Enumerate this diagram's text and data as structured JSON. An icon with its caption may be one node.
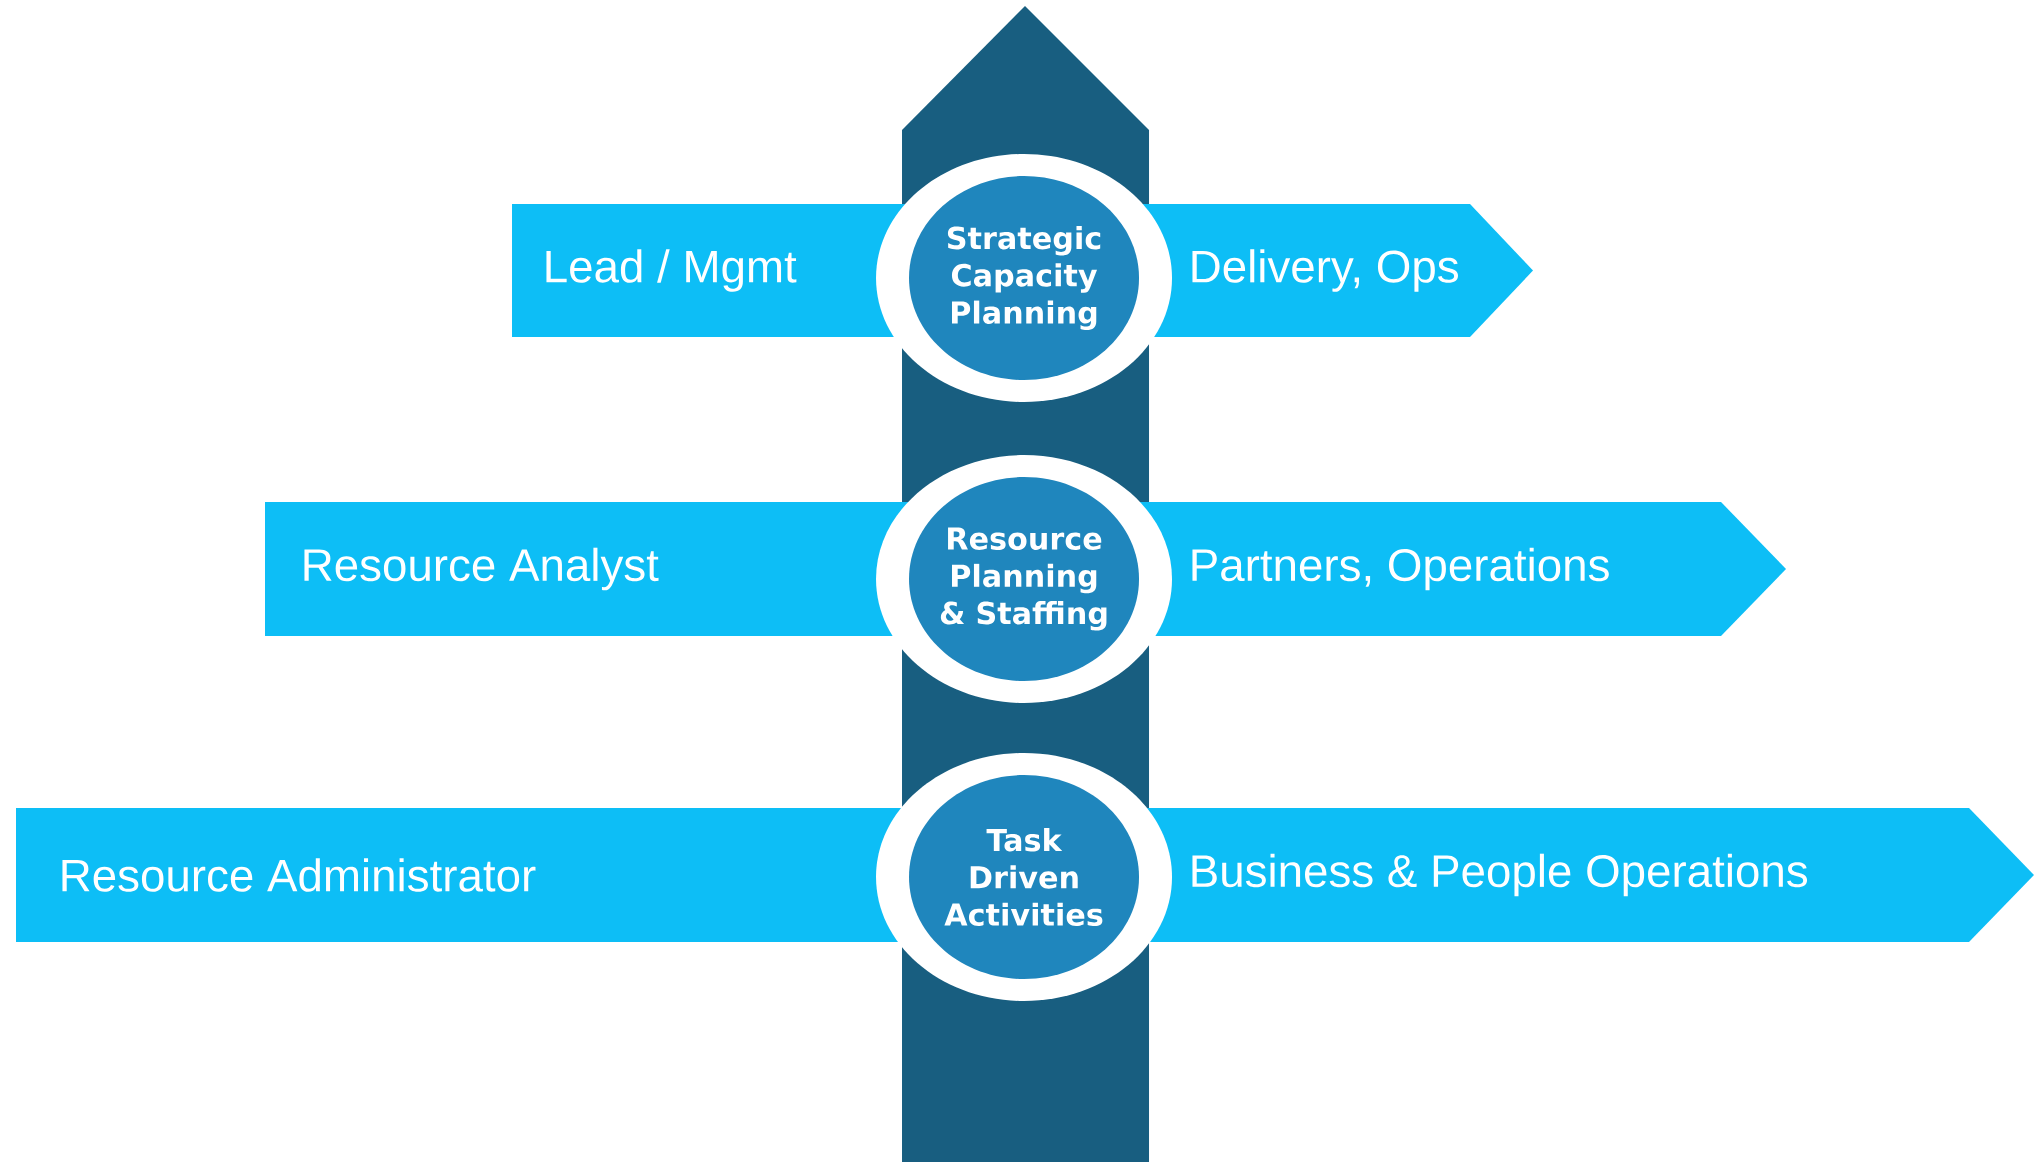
{
  "diagram": {
    "nodes": [
      {
        "text": [],
        "shape": "arrow"
      },
      {
        "text": [
          "Lead / Mgmt",
          "Delivery, Ops"
        ]
      },
      {
        "text": [
          "Strategic Capacity Planning"
        ]
      },
      {
        "text": [
          "Resource Analyst",
          "Partners, Operations"
        ]
      },
      {
        "text": [
          "Resource Planning & Staffing"
        ]
      },
      {
        "text": [
          "Resource Administrator",
          "Business & People Operations"
        ]
      },
      {
        "text": [
          "Task Driven Activities"
        ]
      }
    ]
  }
}
